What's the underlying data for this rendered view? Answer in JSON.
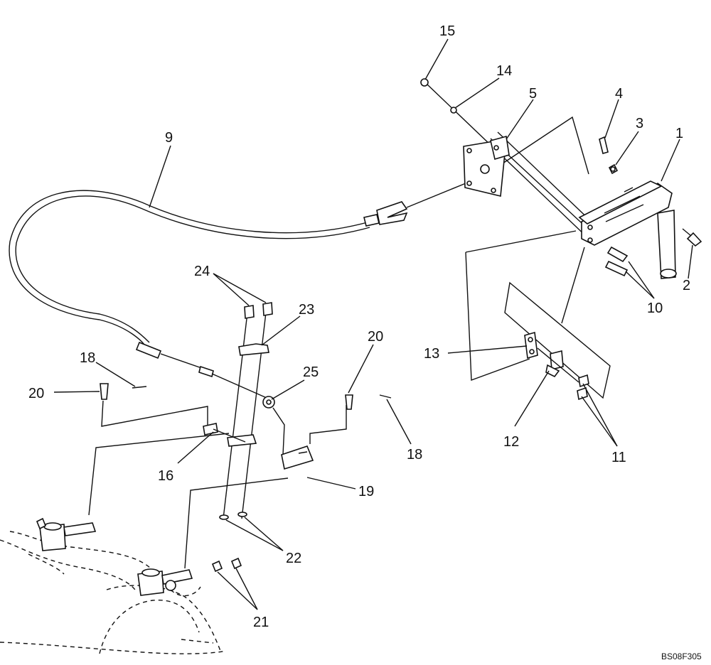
{
  "figure_code": "BS08F305",
  "callouts": {
    "c1": "1",
    "c2": "2",
    "c3": "3",
    "c4": "4",
    "c5": "5",
    "c9": "9",
    "c10": "10",
    "c11": "11",
    "c12": "12",
    "c13": "13",
    "c14": "14",
    "c15": "15",
    "c16": "16",
    "c18a": "18",
    "c18b": "18",
    "c19": "19",
    "c20a": "20",
    "c20b": "20",
    "c21": "21",
    "c22": "22",
    "c23": "23",
    "c24": "24",
    "c25": "25"
  }
}
